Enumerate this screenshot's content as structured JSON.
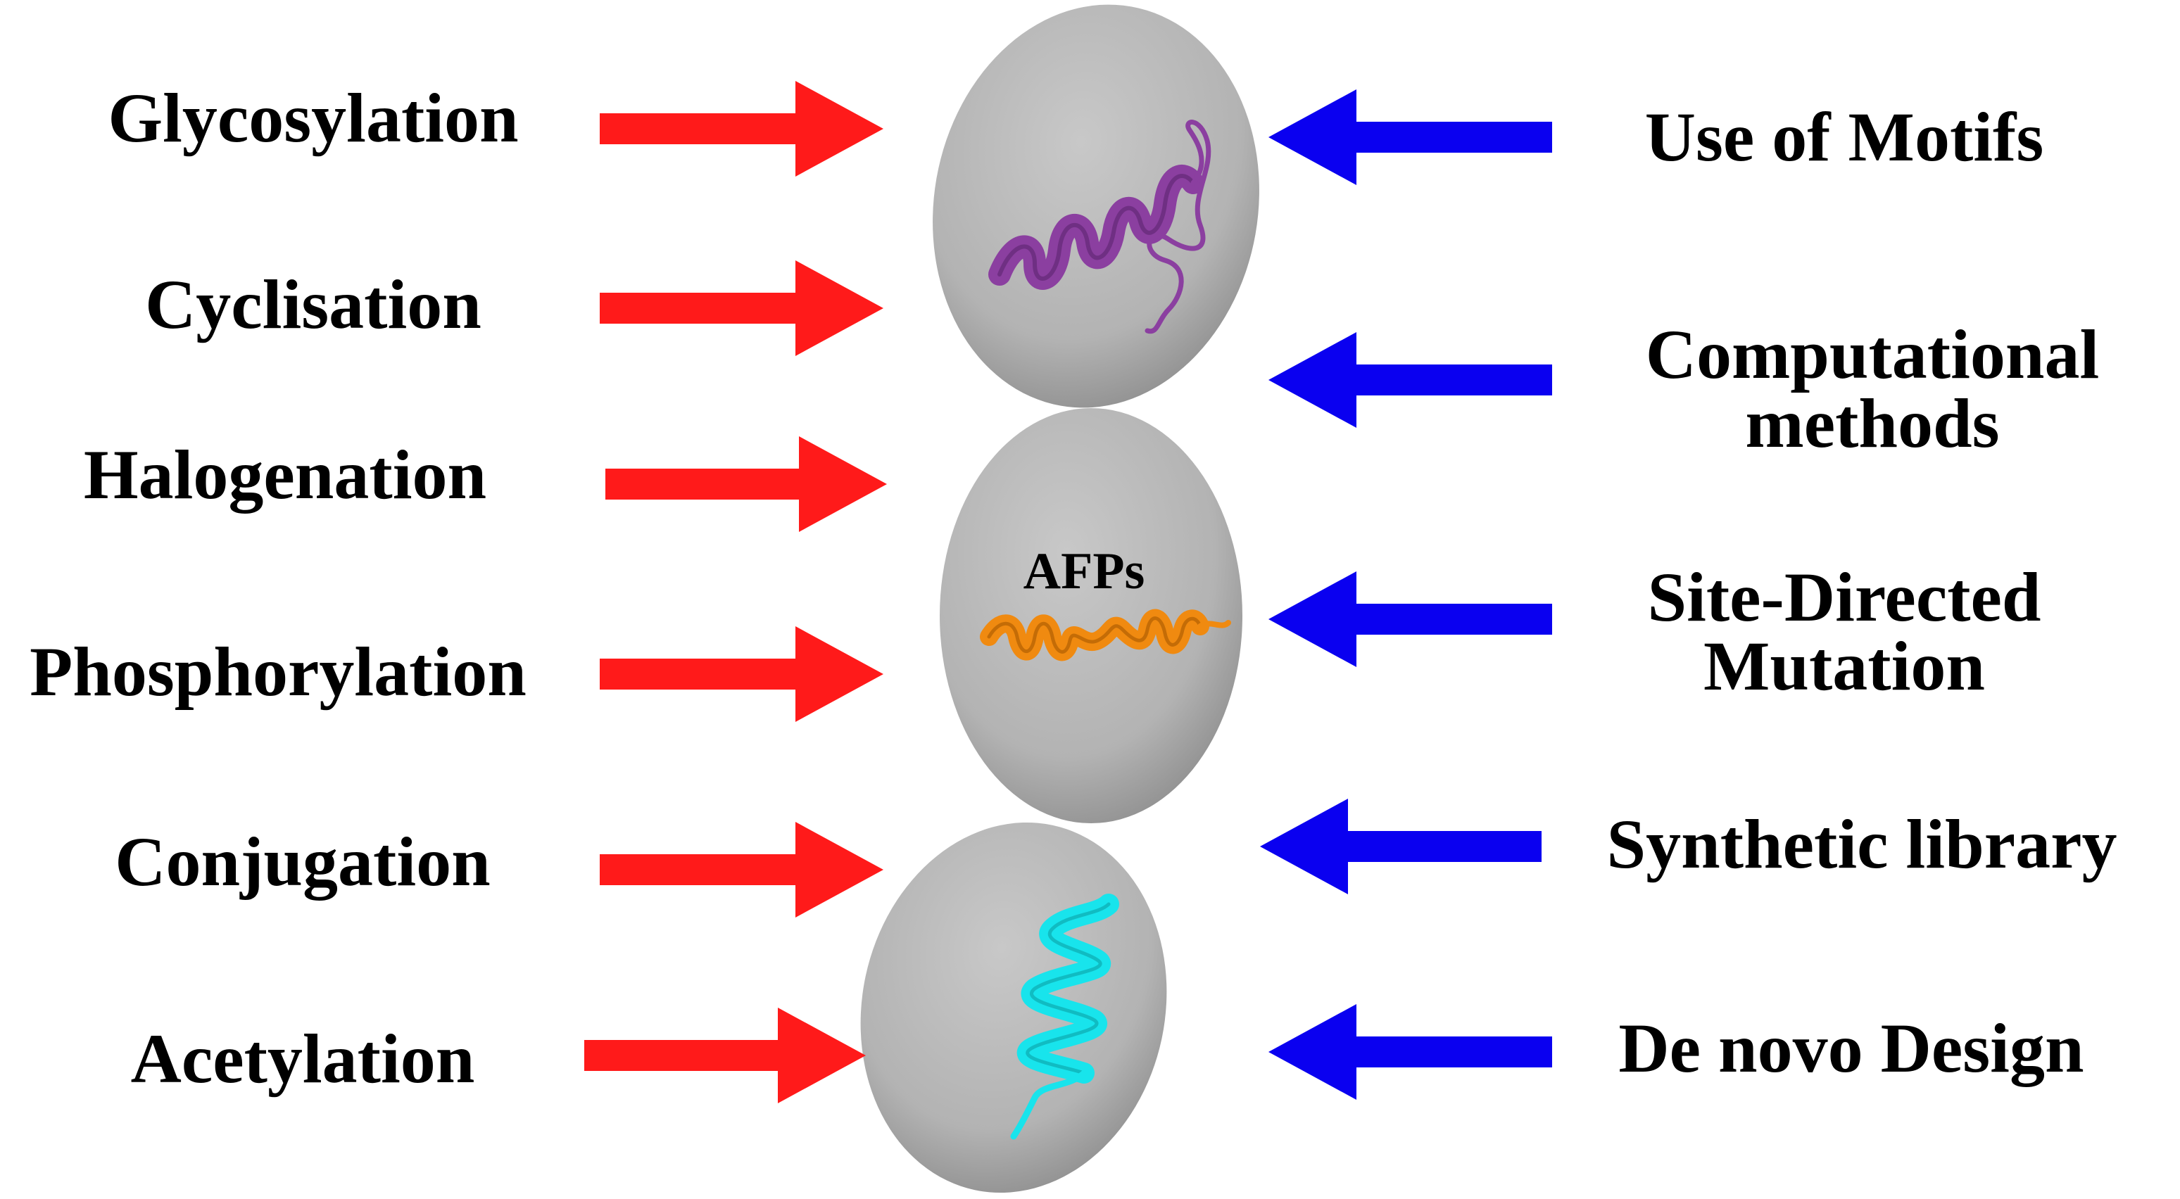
{
  "left_labels": [
    "Glycosylation",
    "Cyclisation",
    "Halogenation",
    "Phosphorylation",
    "Conjugation",
    "Acetylation"
  ],
  "right_labels": [
    "Use of Motifs",
    "Computational\nmethods",
    "Site-Directed\nMutation",
    "Synthetic library",
    "De novo Design"
  ],
  "center_label": "AFPs",
  "colors": {
    "left_arrow": "#ff1a1a",
    "right_arrow": "#0a00f0",
    "sphere": "#b5b5b5",
    "top_peptide": "#8b3fa0",
    "middle_peptide": "#f08a10",
    "bottom_peptide": "#18e4ec"
  }
}
